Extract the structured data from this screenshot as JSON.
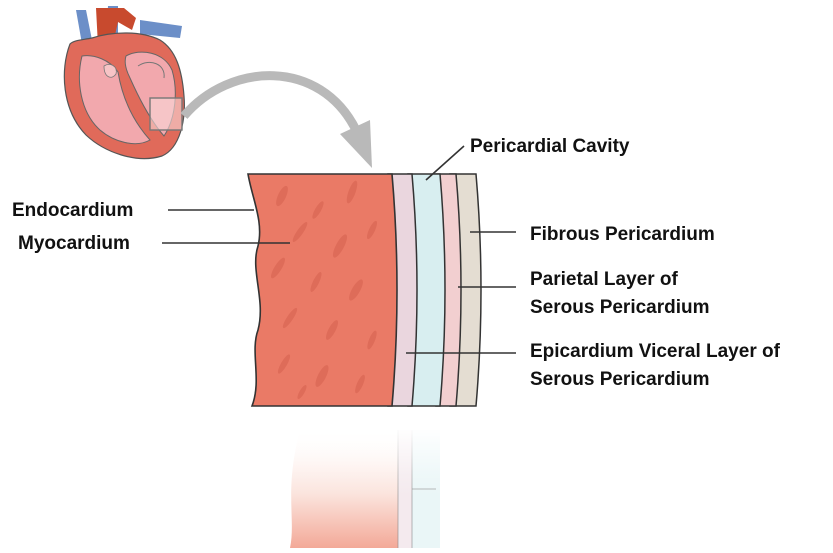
{
  "labels": {
    "pericardial_cavity": "Pericardial Cavity",
    "endocardium": "Endocardium",
    "myocardium": "Myocardium",
    "fibrous_pericardium": "Fibrous Pericardium",
    "parietal_line1": "Parietal Layer of",
    "parietal_line2": "Serous Pericardium",
    "epicardium_line1": "Epicardium Viceral Layer of",
    "epicardium_line2": "Serous Pericardium"
  },
  "colors": {
    "myocardium": "#ea7a66",
    "myocardium_streak": "#dd6a57",
    "epicardium": "#ead6de",
    "pericardial_cavity": "#d8eef0",
    "parietal": "#f2cfd0",
    "fibrous": "#e4ddd2",
    "heart_red": "#e06a5a",
    "heart_pink": "#f2a8ad",
    "vessel_blue": "#6c8fc8",
    "aorta": "#c84a2e",
    "arrow": "#b9b9b9"
  },
  "icons": {
    "heart": "heart-icon",
    "arrow": "curved-arrow-icon"
  }
}
